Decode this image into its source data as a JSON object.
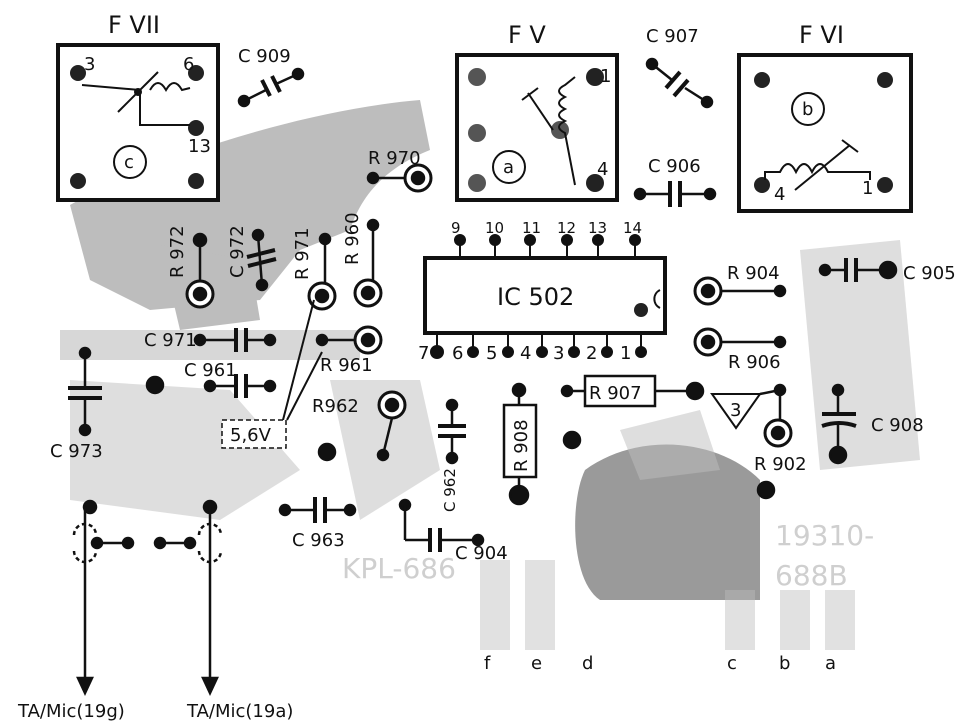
{
  "filters": [
    {
      "name": "F VII",
      "code": "c",
      "pins": [
        "3",
        "6",
        "13"
      ]
    },
    {
      "name": "F V",
      "code": "a",
      "pins": [
        "1",
        "4"
      ]
    },
    {
      "name": "F VI",
      "code": "b",
      "pins": [
        "4",
        "1"
      ]
    }
  ],
  "ic": {
    "name": "IC 502",
    "top_pins": [
      "9",
      "10",
      "11",
      "12",
      "13",
      "14"
    ],
    "bottom_pins": [
      "7",
      "6",
      "5",
      "4",
      "3",
      "2",
      "1"
    ]
  },
  "components": {
    "c909": "C 909",
    "c907": "C 907",
    "c906": "C 906",
    "c905": "C 905",
    "c908": "C 908",
    "c972": "C 972",
    "c971": "C 971",
    "c961": "C 961",
    "c973": "C 973",
    "c963": "C 963",
    "c962": "C 962",
    "c904": "C 904",
    "r970": "R 970",
    "r972": "R 972",
    "r971": "R 971",
    "r960": "R 960",
    "r961": "R 961",
    "r962": "R962",
    "r904": "R 904",
    "r906": "R 906",
    "r907": "R 907",
    "r908": "R 908",
    "r902": "R 902"
  },
  "zener": "5,6V",
  "test_point": "3",
  "board_marks": [
    "KPL-686",
    "19310-",
    "688B"
  ],
  "outputs": [
    "f",
    "e",
    "d",
    "c",
    "b",
    "a"
  ],
  "bottom_labels": [
    "TA/Mic(19g)",
    "TA/Mic(19a)"
  ]
}
